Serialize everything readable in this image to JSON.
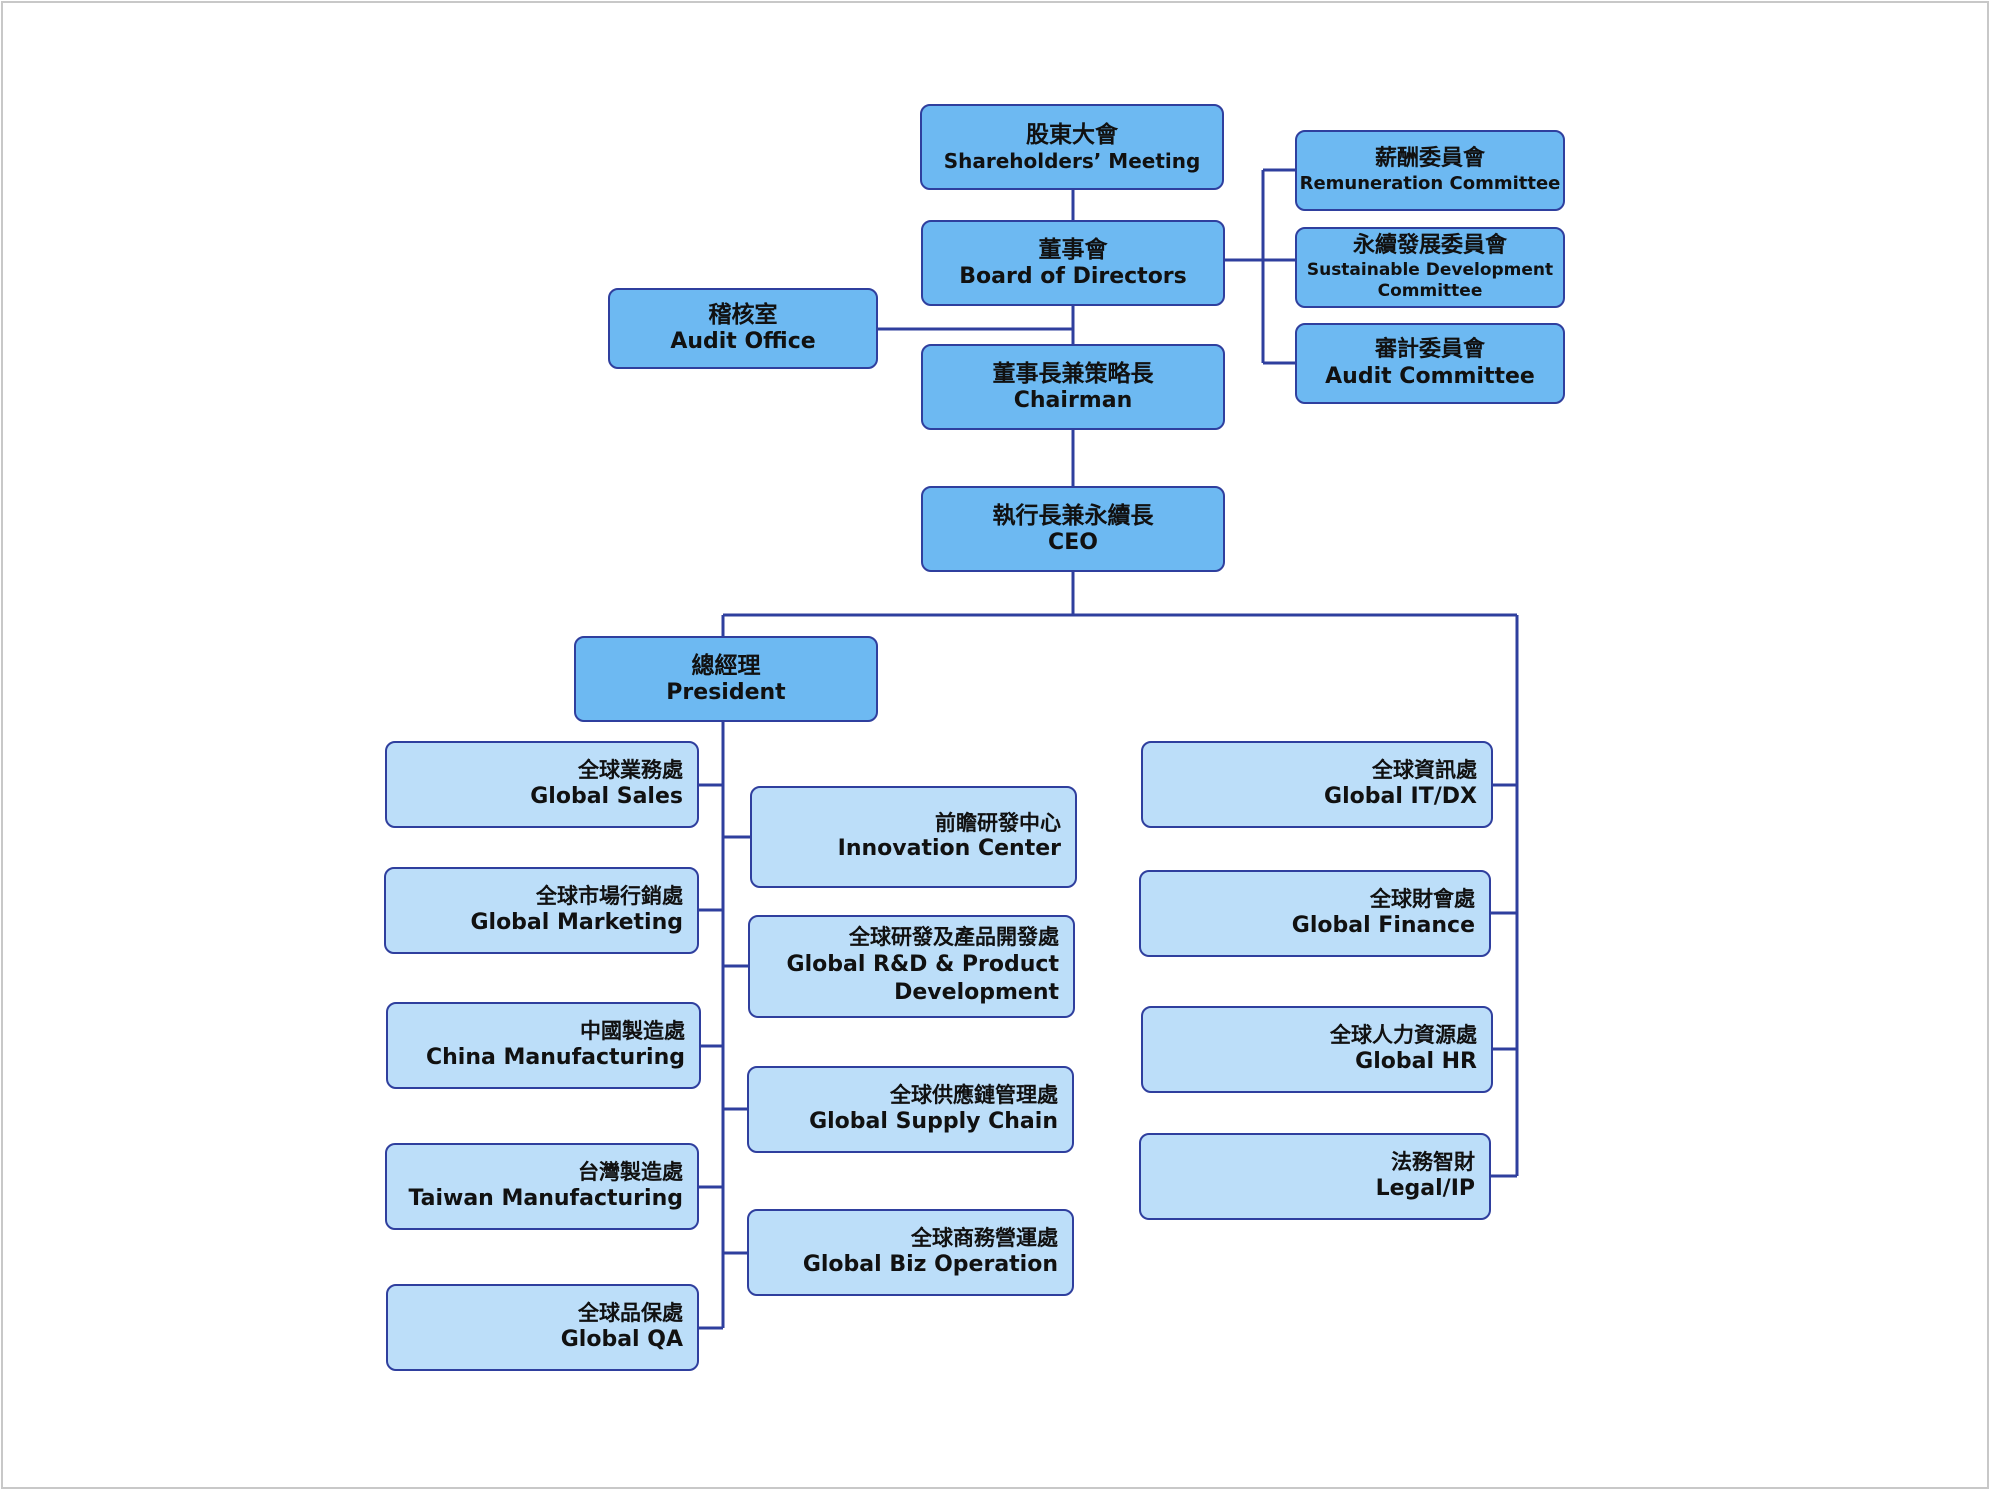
{
  "colors": {
    "executive_fill": "#6db9f2",
    "department_fill": "#bcdef9",
    "border": "#2f3f9e",
    "connector": "#2f3f9e"
  },
  "nodes": {
    "shareholders": {
      "zh": "股東大會",
      "en": "Shareholders’ Meeting"
    },
    "board": {
      "zh": "董事會",
      "en": "Board of Directors"
    },
    "audit_office": {
      "zh": "稽核室",
      "en": "Audit Office"
    },
    "chairman": {
      "zh": "董事長兼策略長",
      "en": "Chairman"
    },
    "ceo": {
      "zh": "執行長兼永續長",
      "en": "CEO"
    },
    "president": {
      "zh": "總經理",
      "en": "President"
    },
    "remuneration": {
      "zh": "薪酬委員會",
      "en": "Remuneration Committee"
    },
    "sustainable": {
      "zh": "永續發展委員會",
      "en": "Sustainable Development Committee"
    },
    "audit_committee": {
      "zh": "審計委員會",
      "en": "Audit Committee"
    },
    "global_sales": {
      "zh": "全球業務處",
      "en": "Global Sales"
    },
    "global_marketing": {
      "zh": "全球市場行銷處",
      "en": "Global Marketing"
    },
    "china_mfg": {
      "zh": "中國製造處",
      "en": "China Manufacturing"
    },
    "taiwan_mfg": {
      "zh": "台灣製造處",
      "en": "Taiwan Manufacturing"
    },
    "global_qa": {
      "zh": "全球品保處",
      "en": "Global QA"
    },
    "innovation": {
      "zh": "前瞻研發中心",
      "en": "Innovation Center"
    },
    "rnd": {
      "zh": "全球研發及產品開發處",
      "en": "Global R&D & Product Development"
    },
    "supply_chain": {
      "zh": "全球供應鏈管理處",
      "en": "Global Supply Chain"
    },
    "biz_operation": {
      "zh": "全球商務營運處",
      "en": "Global Biz Operation"
    },
    "it_dx": {
      "zh": "全球資訊處",
      "en": "Global IT/DX"
    },
    "finance": {
      "zh": "全球財會處",
      "en": "Global Finance"
    },
    "hr": {
      "zh": "全球人力資源處",
      "en": "Global HR"
    },
    "legal": {
      "zh": "法務智財",
      "en": "Legal/IP"
    }
  }
}
